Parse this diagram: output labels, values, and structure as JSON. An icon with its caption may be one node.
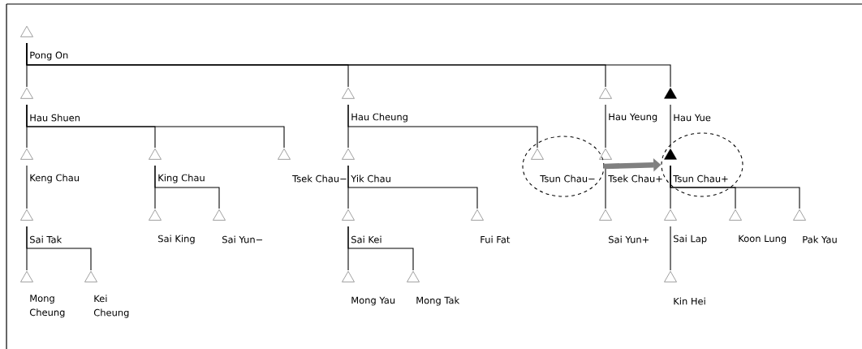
{
  "diagram": {
    "nodes": [
      {
        "text": [],
        "shape": "triangle",
        "beside": [
          "Pong On"
        ]
      },
      {
        "text": [],
        "shape": "triangle",
        "beside": [
          "Hau Shuen"
        ]
      },
      {
        "text": [],
        "shape": "triangle",
        "beside": [
          "Hau Cheung"
        ]
      },
      {
        "text": [],
        "shape": "triangle",
        "beside": [
          "Hau Yeung"
        ]
      },
      {
        "text": [],
        "shape": "filled-triangle",
        "beside": [
          "Hau Yue"
        ]
      },
      {
        "text": [],
        "shape": "triangle",
        "beside": [
          "Keng Chau"
        ]
      },
      {
        "text": [],
        "shape": "triangle",
        "beside": [
          "King Chau"
        ]
      },
      {
        "text": [],
        "shape": "triangle"
      },
      {
        "text": [],
        "shape": "triangle",
        "beside": [
          "Tsek Chau−",
          "Yik Chau"
        ]
      },
      {
        "text": [],
        "shape": "ellipse"
      },
      {
        "text": [],
        "shape": "triangle",
        "in": 9,
        "beside": [
          "Tsun Chau−"
        ]
      },
      {
        "text": [],
        "shape": "triangle",
        "beside": [
          "Tsek Chau+"
        ]
      },
      {
        "text": [],
        "shape": "ellipse"
      },
      {
        "text": [],
        "shape": "filled-triangle",
        "in": 12,
        "beside": [
          "Tsun Chau+"
        ]
      },
      {
        "text": [],
        "shape": "triangle",
        "beside": [
          "Sai Tak"
        ]
      },
      {
        "text": [],
        "shape": "triangle",
        "beside": [
          "Sai King"
        ]
      },
      {
        "text": [],
        "shape": "triangle",
        "beside": [
          "Sai Yun−"
        ]
      },
      {
        "text": [],
        "shape": "triangle",
        "beside": [
          "Sai Kei"
        ]
      },
      {
        "text": [],
        "shape": "triangle",
        "beside": [
          "Fui Fat"
        ]
      },
      {
        "text": [],
        "shape": "triangle",
        "beside": [
          "Sai Yun+"
        ]
      },
      {
        "text": [],
        "shape": "triangle",
        "beside": [
          "Sai Lap"
        ]
      },
      {
        "text": [],
        "shape": "triangle",
        "beside": [
          "Koon Lung"
        ]
      },
      {
        "text": [],
        "shape": "triangle",
        "beside": [
          "Pak Yau"
        ]
      },
      {
        "text": [],
        "shape": "triangle",
        "beside": [
          "Mong Cheung"
        ]
      },
      {
        "text": [],
        "shape": "triangle",
        "beside": [
          "Kei Cheung"
        ]
      },
      {
        "text": [],
        "shape": "triangle",
        "beside": [
          "Mong Yau"
        ]
      },
      {
        "text": [],
        "shape": "triangle",
        "beside": [
          "Mong Tak"
        ]
      },
      {
        "text": [],
        "shape": "triangle",
        "beside": [
          "Kin Hei"
        ]
      }
    ],
    "edges": [
      {
        "from": 0,
        "to": 1,
        "arrow": "none"
      },
      {
        "from": 0,
        "to": 2,
        "arrow": "none"
      },
      {
        "from": 0,
        "to": 3,
        "arrow": "none"
      },
      {
        "from": 0,
        "to": 4,
        "arrow": "none"
      },
      {
        "from": 1,
        "to": 5,
        "arrow": "none"
      },
      {
        "from": 1,
        "to": 6,
        "arrow": "none"
      },
      {
        "from": 1,
        "to": 7,
        "arrow": "none"
      },
      {
        "from": 2,
        "to": 8,
        "arrow": "none"
      },
      {
        "from": 2,
        "to": 10,
        "arrow": "none"
      },
      {
        "from": 3,
        "to": 11,
        "arrow": "none"
      },
      {
        "from": 4,
        "to": 13,
        "arrow": "none"
      },
      {
        "from": 5,
        "to": 14,
        "arrow": "none"
      },
      {
        "from": 6,
        "to": 15,
        "arrow": "none"
      },
      {
        "from": 6,
        "to": 16,
        "arrow": "none"
      },
      {
        "from": 8,
        "to": 17,
        "arrow": "none"
      },
      {
        "from": 8,
        "to": 18,
        "arrow": "none"
      },
      {
        "from": 11,
        "to": 19,
        "arrow": "none"
      },
      {
        "from": 13,
        "to": 20,
        "arrow": "none"
      },
      {
        "from": 13,
        "to": 21,
        "arrow": "none"
      },
      {
        "from": 13,
        "to": 22,
        "arrow": "none"
      },
      {
        "from": 14,
        "to": 23,
        "arrow": "none"
      },
      {
        "from": 14,
        "to": 24,
        "arrow": "none"
      },
      {
        "from": 17,
        "to": 25,
        "arrow": "none"
      },
      {
        "from": 17,
        "to": 26,
        "arrow": "none"
      },
      {
        "from": 20,
        "to": 27,
        "arrow": "none"
      },
      {
        "from": 9,
        "to": 12,
        "arrow": "to",
        "style": "thick",
        "color": "#808080"
      }
    ]
  }
}
